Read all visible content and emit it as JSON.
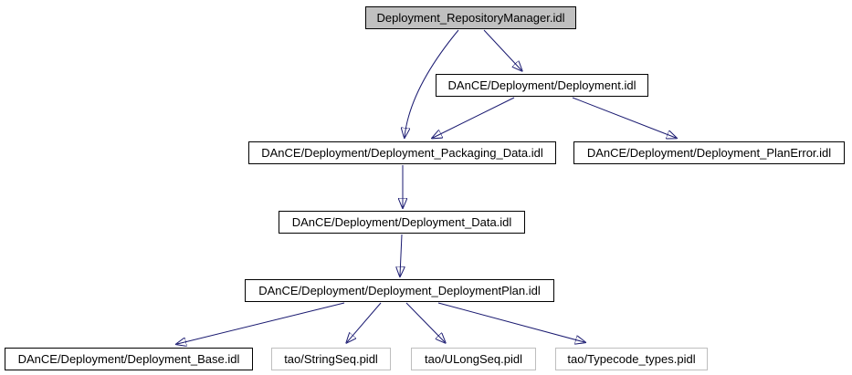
{
  "diagram": {
    "type": "include-dependency-graph",
    "colors": {
      "edge": "#191970",
      "node_border": "#000000",
      "external_node_border": "#bebebe",
      "current_node_fill": "#c0c0c0",
      "node_fill": "#ffffff",
      "background": "#ffffff",
      "text": "#000000"
    },
    "nodes": [
      {
        "id": "root",
        "label": "Deployment_RepositoryManager.idl",
        "type": "current"
      },
      {
        "id": "deployment",
        "label": "DAnCE/Deployment/Deployment.idl",
        "type": "internal"
      },
      {
        "id": "packaging",
        "label": "DAnCE/Deployment/Deployment_Packaging_Data.idl",
        "type": "internal"
      },
      {
        "id": "planerror",
        "label": "DAnCE/Deployment/Deployment_PlanError.idl",
        "type": "internal"
      },
      {
        "id": "data",
        "label": "DAnCE/Deployment/Deployment_Data.idl",
        "type": "internal"
      },
      {
        "id": "dplan",
        "label": "DAnCE/Deployment/Deployment_DeploymentPlan.idl",
        "type": "internal"
      },
      {
        "id": "base",
        "label": "DAnCE/Deployment/Deployment_Base.idl",
        "type": "internal"
      },
      {
        "id": "stringseq",
        "label": "tao/StringSeq.pidl",
        "type": "external"
      },
      {
        "id": "ulongseq",
        "label": "tao/ULongSeq.pidl",
        "type": "external"
      },
      {
        "id": "typecode",
        "label": "tao/Typecode_types.pidl",
        "type": "external"
      }
    ],
    "edges": [
      {
        "from": "root",
        "to": "deployment"
      },
      {
        "from": "root",
        "to": "packaging"
      },
      {
        "from": "deployment",
        "to": "packaging"
      },
      {
        "from": "deployment",
        "to": "planerror"
      },
      {
        "from": "packaging",
        "to": "data"
      },
      {
        "from": "data",
        "to": "dplan"
      },
      {
        "from": "dplan",
        "to": "base"
      },
      {
        "from": "dplan",
        "to": "stringseq"
      },
      {
        "from": "dplan",
        "to": "ulongseq"
      },
      {
        "from": "dplan",
        "to": "typecode"
      }
    ]
  }
}
